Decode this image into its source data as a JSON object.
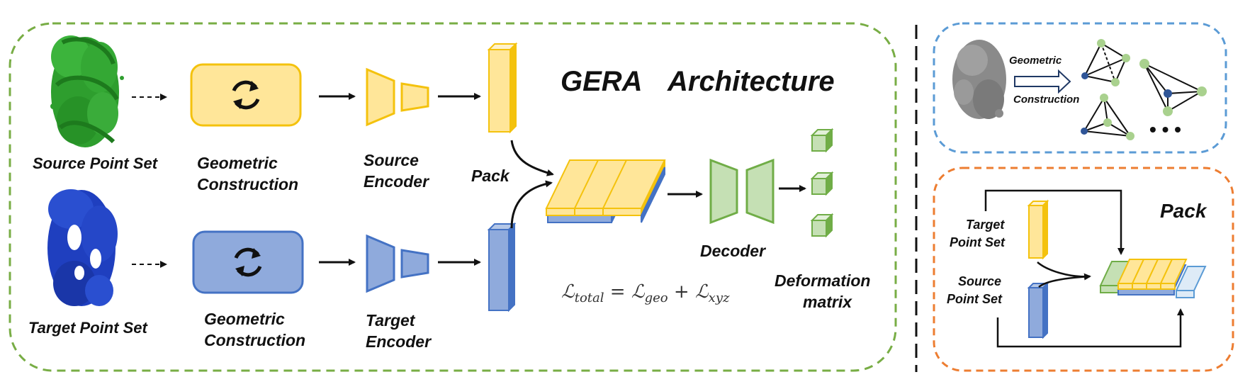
{
  "title": {
    "part1": "GERA",
    "part2": "Architecture"
  },
  "labels": {
    "source_point_set": "Source Point Set",
    "target_point_set": "Target Point Set",
    "geometric_construction_line1": "Geometric",
    "geometric_construction_line2": "Construction",
    "source_encoder_line1": "Source",
    "source_encoder_line2": "Encoder",
    "target_encoder_line1": "Target",
    "target_encoder_line2": "Encoder",
    "pack": "Pack",
    "decoder": "Decoder",
    "deformation_line1": "Deformation",
    "deformation_line2": "matrix"
  },
  "loss": {
    "L": "ℒ",
    "total_sub": "total",
    "eq": " = ",
    "geo_sub": "geo",
    "plus": " + ",
    "xyz_sub": "xyz"
  },
  "panel_geometric": {
    "arrow_label_line1": "Geometric",
    "arrow_label_line2": "Construction",
    "ellipsis": "•  •  •"
  },
  "panel_pack": {
    "title": "Pack",
    "target_line1": "Target",
    "target_line2": "Point Set",
    "source_line1": "Source",
    "source_line2": "Point Set"
  },
  "colors": {
    "green_border": "#78ad45",
    "blue_border": "#5b9bd5",
    "orange_border": "#ed7d31",
    "yellow_fill": "#ffe699",
    "yellow_stroke": "#f4c20d",
    "blue_fill": "#8faadc",
    "blue_stroke": "#4472c4",
    "light_green": "#c5e0b4",
    "green_stroke": "#70ad47",
    "light_blue": "#deebf7"
  },
  "icons": [
    "refresh-icon",
    "source-point-cloud",
    "target-point-cloud",
    "brain-mesh",
    "graph-icon"
  ]
}
